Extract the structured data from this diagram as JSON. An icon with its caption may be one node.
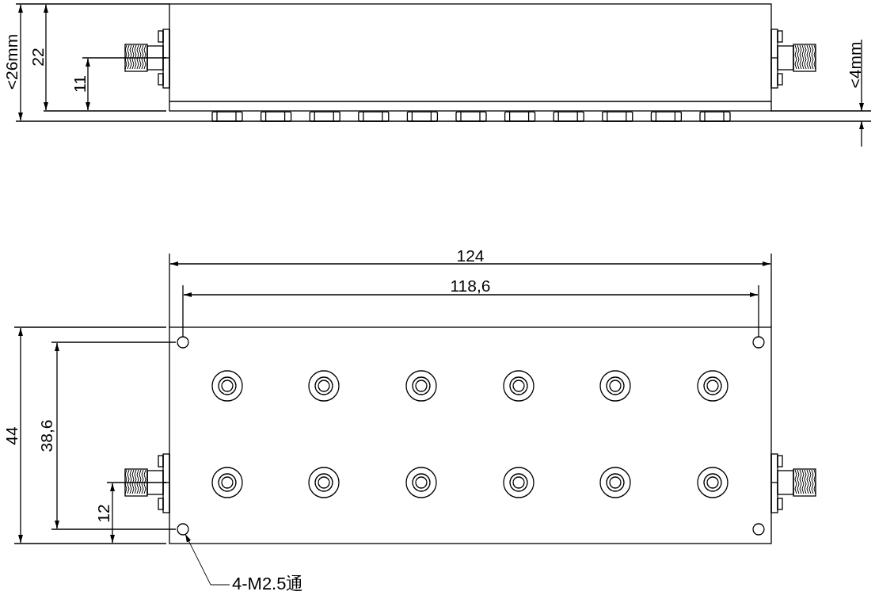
{
  "diagram": {
    "nodes": [
      {
        "text": [
          "4-M2.5通"
        ]
      },
      {
        "text": [],
        "shape": "circle"
      }
    ],
    "edges": [
      {
        "from": 0,
        "to": 1,
        "arrow": "to"
      }
    ],
    "labels": [
      "<26mm",
      "22",
      "11",
      "<4mm",
      "124",
      "118,6",
      "44",
      "38,6",
      "12"
    ]
  }
}
